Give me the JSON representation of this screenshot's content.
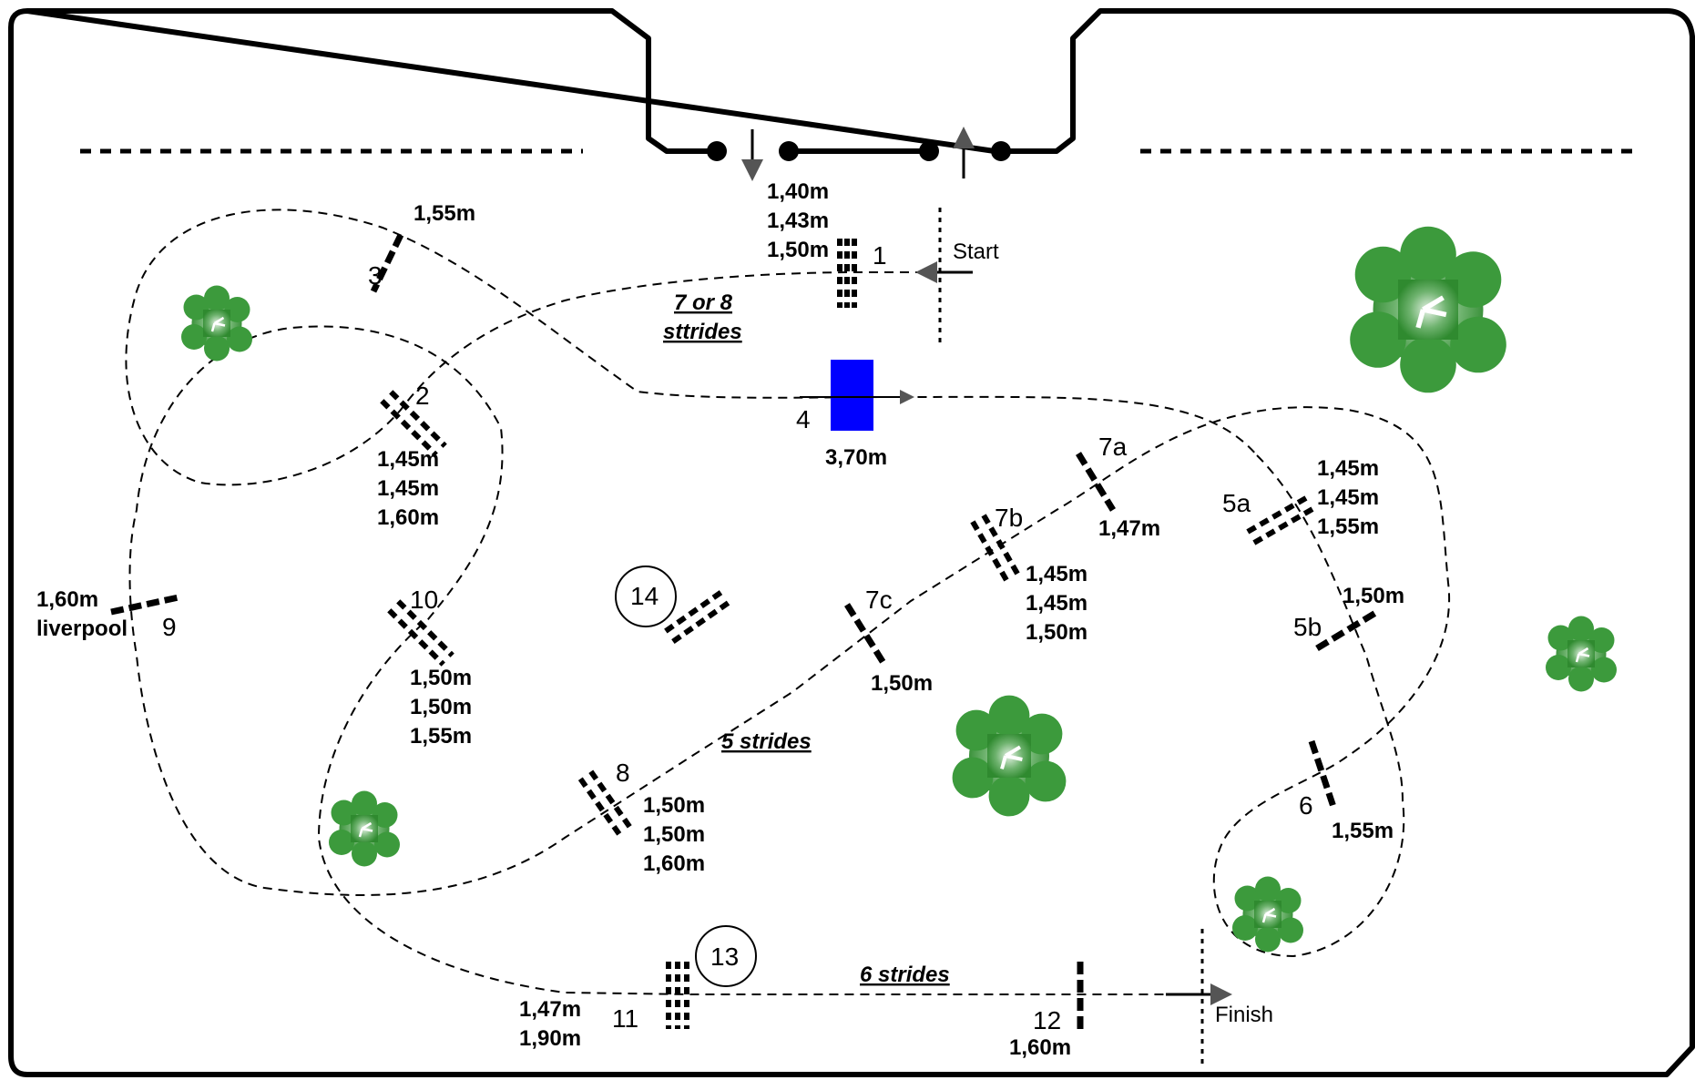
{
  "labels": {
    "start": "Start",
    "finish": "Finish"
  },
  "obstacles": [
    {
      "id": "1",
      "heights": [
        "1,40m",
        "1,43m",
        "1,50m"
      ]
    },
    {
      "id": "2",
      "heights": [
        "1,45m",
        "1,45m",
        "1,60m"
      ]
    },
    {
      "id": "3",
      "heights": [
        "1,55m"
      ]
    },
    {
      "id": "4",
      "heights": [
        "3,70m"
      ]
    },
    {
      "id": "5a",
      "heights": [
        "1,45m",
        "1,45m",
        "1,55m"
      ]
    },
    {
      "id": "5b",
      "heights": [
        "1,50m"
      ]
    },
    {
      "id": "6",
      "heights": [
        "1,55m"
      ]
    },
    {
      "id": "7a",
      "heights": [
        "1,47m"
      ]
    },
    {
      "id": "7b",
      "heights": [
        "1,45m",
        "1,45m",
        "1,50m"
      ]
    },
    {
      "id": "7c",
      "heights": [
        "1,50m"
      ]
    },
    {
      "id": "8",
      "heights": [
        "1,50m",
        "1,50m",
        "1,60m"
      ]
    },
    {
      "id": "9",
      "heights": [
        "1,60m",
        "liverpool"
      ]
    },
    {
      "id": "10",
      "heights": [
        "1,50m",
        "1,50m",
        "1,55m"
      ]
    },
    {
      "id": "11",
      "heights": [
        "1,47m",
        "1,90m"
      ]
    },
    {
      "id": "12",
      "heights": [
        "1,60m"
      ]
    },
    {
      "id": "13",
      "heights": []
    },
    {
      "id": "14",
      "heights": []
    }
  ],
  "strides": {
    "s78_line1": "7 or 8",
    "s78_line2": "sttrides",
    "s5": "5 strides",
    "s6": "6 strides"
  },
  "colors": {
    "water": "#0000ff",
    "tree": "#3c9a3c",
    "line": "#000000"
  }
}
